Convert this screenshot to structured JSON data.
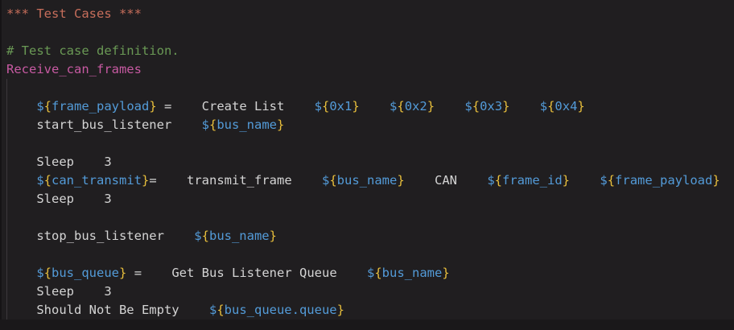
{
  "editor": {
    "type": "code-editor",
    "language": "robotframework",
    "background": "#201E20",
    "colors": {
      "plain": "#D4D4D4",
      "header": "#C76E5B",
      "comment": "#6A9955",
      "testname": "#C75AA2",
      "var": "#539BD8",
      "brace": "#E8BF3C",
      "indent_guide": "#3B383B"
    },
    "lines": [
      {
        "tokens": [
          {
            "c": "header",
            "t": "*** Test Cases ***"
          }
        ]
      },
      {
        "tokens": []
      },
      {
        "tokens": [
          {
            "c": "comment",
            "t": "# Test case definition."
          }
        ]
      },
      {
        "tokens": [
          {
            "c": "testname",
            "t": "Receive_can_frames"
          }
        ]
      },
      {
        "tokens": []
      },
      {
        "tokens": [
          {
            "c": "plain",
            "t": "    "
          },
          {
            "c": "var",
            "t": "$"
          },
          {
            "c": "brace",
            "t": "{"
          },
          {
            "c": "var",
            "t": "frame_payload"
          },
          {
            "c": "brace",
            "t": "}"
          },
          {
            "c": "plain",
            "t": " =    Create List    "
          },
          {
            "c": "var",
            "t": "$"
          },
          {
            "c": "brace",
            "t": "{"
          },
          {
            "c": "var",
            "t": "0x1"
          },
          {
            "c": "brace",
            "t": "}"
          },
          {
            "c": "plain",
            "t": "    "
          },
          {
            "c": "var",
            "t": "$"
          },
          {
            "c": "brace",
            "t": "{"
          },
          {
            "c": "var",
            "t": "0x2"
          },
          {
            "c": "brace",
            "t": "}"
          },
          {
            "c": "plain",
            "t": "    "
          },
          {
            "c": "var",
            "t": "$"
          },
          {
            "c": "brace",
            "t": "{"
          },
          {
            "c": "var",
            "t": "0x3"
          },
          {
            "c": "brace",
            "t": "}"
          },
          {
            "c": "plain",
            "t": "    "
          },
          {
            "c": "var",
            "t": "$"
          },
          {
            "c": "brace",
            "t": "{"
          },
          {
            "c": "var",
            "t": "0x4"
          },
          {
            "c": "brace",
            "t": "}"
          }
        ]
      },
      {
        "tokens": [
          {
            "c": "plain",
            "t": "    start_bus_listener    "
          },
          {
            "c": "var",
            "t": "$"
          },
          {
            "c": "brace",
            "t": "{"
          },
          {
            "c": "var",
            "t": "bus_name"
          },
          {
            "c": "brace",
            "t": "}"
          }
        ]
      },
      {
        "tokens": []
      },
      {
        "tokens": [
          {
            "c": "plain",
            "t": "    Sleep    3"
          }
        ]
      },
      {
        "tokens": [
          {
            "c": "plain",
            "t": "    "
          },
          {
            "c": "var",
            "t": "$"
          },
          {
            "c": "brace",
            "t": "{"
          },
          {
            "c": "var",
            "t": "can_transmit"
          },
          {
            "c": "brace",
            "t": "}"
          },
          {
            "c": "plain",
            "t": "=    transmit_frame    "
          },
          {
            "c": "var",
            "t": "$"
          },
          {
            "c": "brace",
            "t": "{"
          },
          {
            "c": "var",
            "t": "bus_name"
          },
          {
            "c": "brace",
            "t": "}"
          },
          {
            "c": "plain",
            "t": "    CAN    "
          },
          {
            "c": "var",
            "t": "$"
          },
          {
            "c": "brace",
            "t": "{"
          },
          {
            "c": "var",
            "t": "frame_id"
          },
          {
            "c": "brace",
            "t": "}"
          },
          {
            "c": "plain",
            "t": "    "
          },
          {
            "c": "var",
            "t": "$"
          },
          {
            "c": "brace",
            "t": "{"
          },
          {
            "c": "var",
            "t": "frame_payload"
          },
          {
            "c": "brace",
            "t": "}"
          }
        ]
      },
      {
        "tokens": [
          {
            "c": "plain",
            "t": "    Sleep    3"
          }
        ]
      },
      {
        "tokens": []
      },
      {
        "tokens": [
          {
            "c": "plain",
            "t": "    stop_bus_listener    "
          },
          {
            "c": "var",
            "t": "$"
          },
          {
            "c": "brace",
            "t": "{"
          },
          {
            "c": "var",
            "t": "bus_name"
          },
          {
            "c": "brace",
            "t": "}"
          }
        ]
      },
      {
        "tokens": []
      },
      {
        "tokens": [
          {
            "c": "plain",
            "t": "    "
          },
          {
            "c": "var",
            "t": "$"
          },
          {
            "c": "brace",
            "t": "{"
          },
          {
            "c": "var",
            "t": "bus_queue"
          },
          {
            "c": "brace",
            "t": "}"
          },
          {
            "c": "plain",
            "t": " =    Get Bus Listener Queue    "
          },
          {
            "c": "var",
            "t": "$"
          },
          {
            "c": "brace",
            "t": "{"
          },
          {
            "c": "var",
            "t": "bus_name"
          },
          {
            "c": "brace",
            "t": "}"
          }
        ]
      },
      {
        "tokens": [
          {
            "c": "plain",
            "t": "    Sleep    3"
          }
        ]
      },
      {
        "tokens": [
          {
            "c": "plain",
            "t": "    Should Not Be Empty    "
          },
          {
            "c": "var",
            "t": "$"
          },
          {
            "c": "brace",
            "t": "{"
          },
          {
            "c": "var",
            "t": "bus_queue.queue"
          },
          {
            "c": "brace",
            "t": "}"
          }
        ]
      }
    ]
  }
}
